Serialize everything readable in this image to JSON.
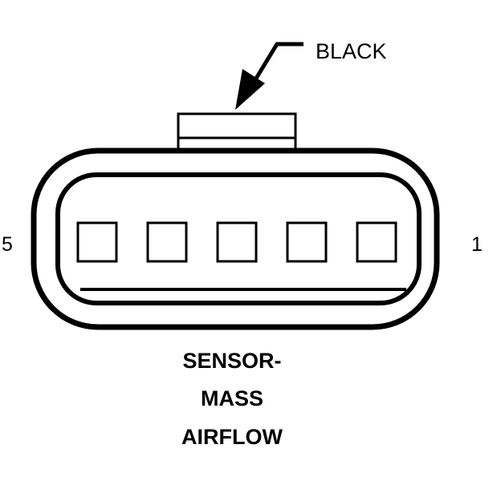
{
  "connector": {
    "color_label": "BLACK",
    "pin_left_label": "5",
    "pin_right_label": "1",
    "pin_count": 5,
    "title_lines": [
      "SENSOR-",
      "MASS",
      "AIRFLOW"
    ]
  },
  "colors": {
    "stroke": "#000000",
    "background": "#ffffff"
  }
}
